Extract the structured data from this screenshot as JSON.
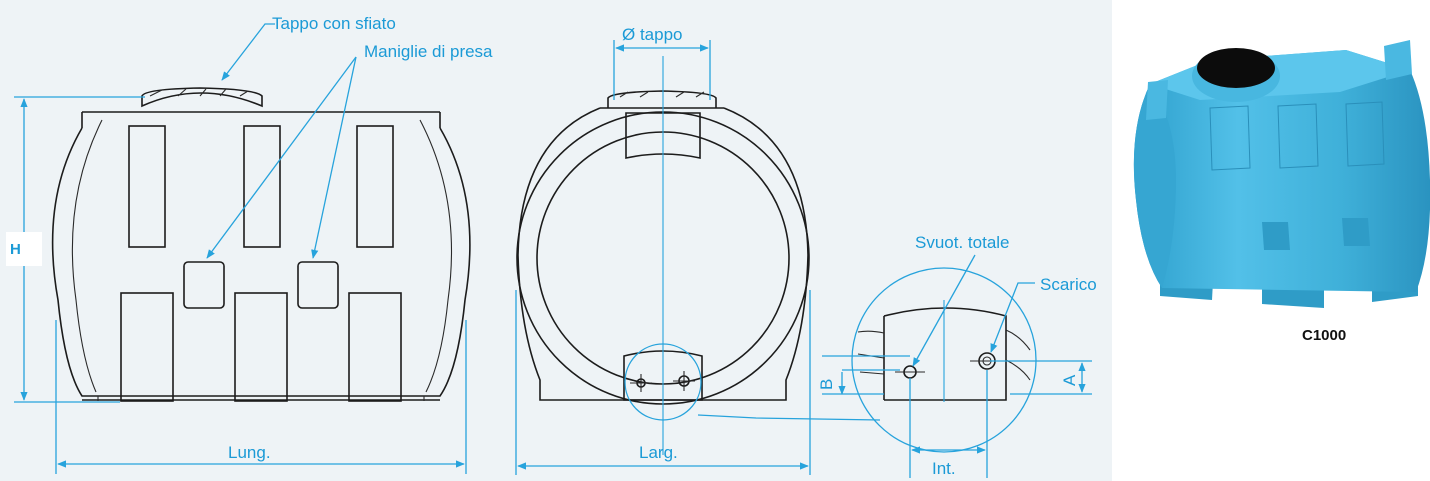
{
  "labels": {
    "cap_vent": "Tappo con sfiato",
    "grip_handles": "Maniglie di presa",
    "cap_diameter": "Ø tappo",
    "height": "H",
    "length": "Lung.",
    "width": "Larg.",
    "full_drain": "Svuot. totale",
    "drain": "Scarico",
    "dim_b": "B",
    "dim_a": "A",
    "spacing": "Int."
  },
  "product": {
    "model": "C1000",
    "color": "#3fb0d9"
  },
  "colors": {
    "dimension": "#1b9ad6",
    "ink": "#1c1c1c",
    "background": "#eef3f6"
  }
}
